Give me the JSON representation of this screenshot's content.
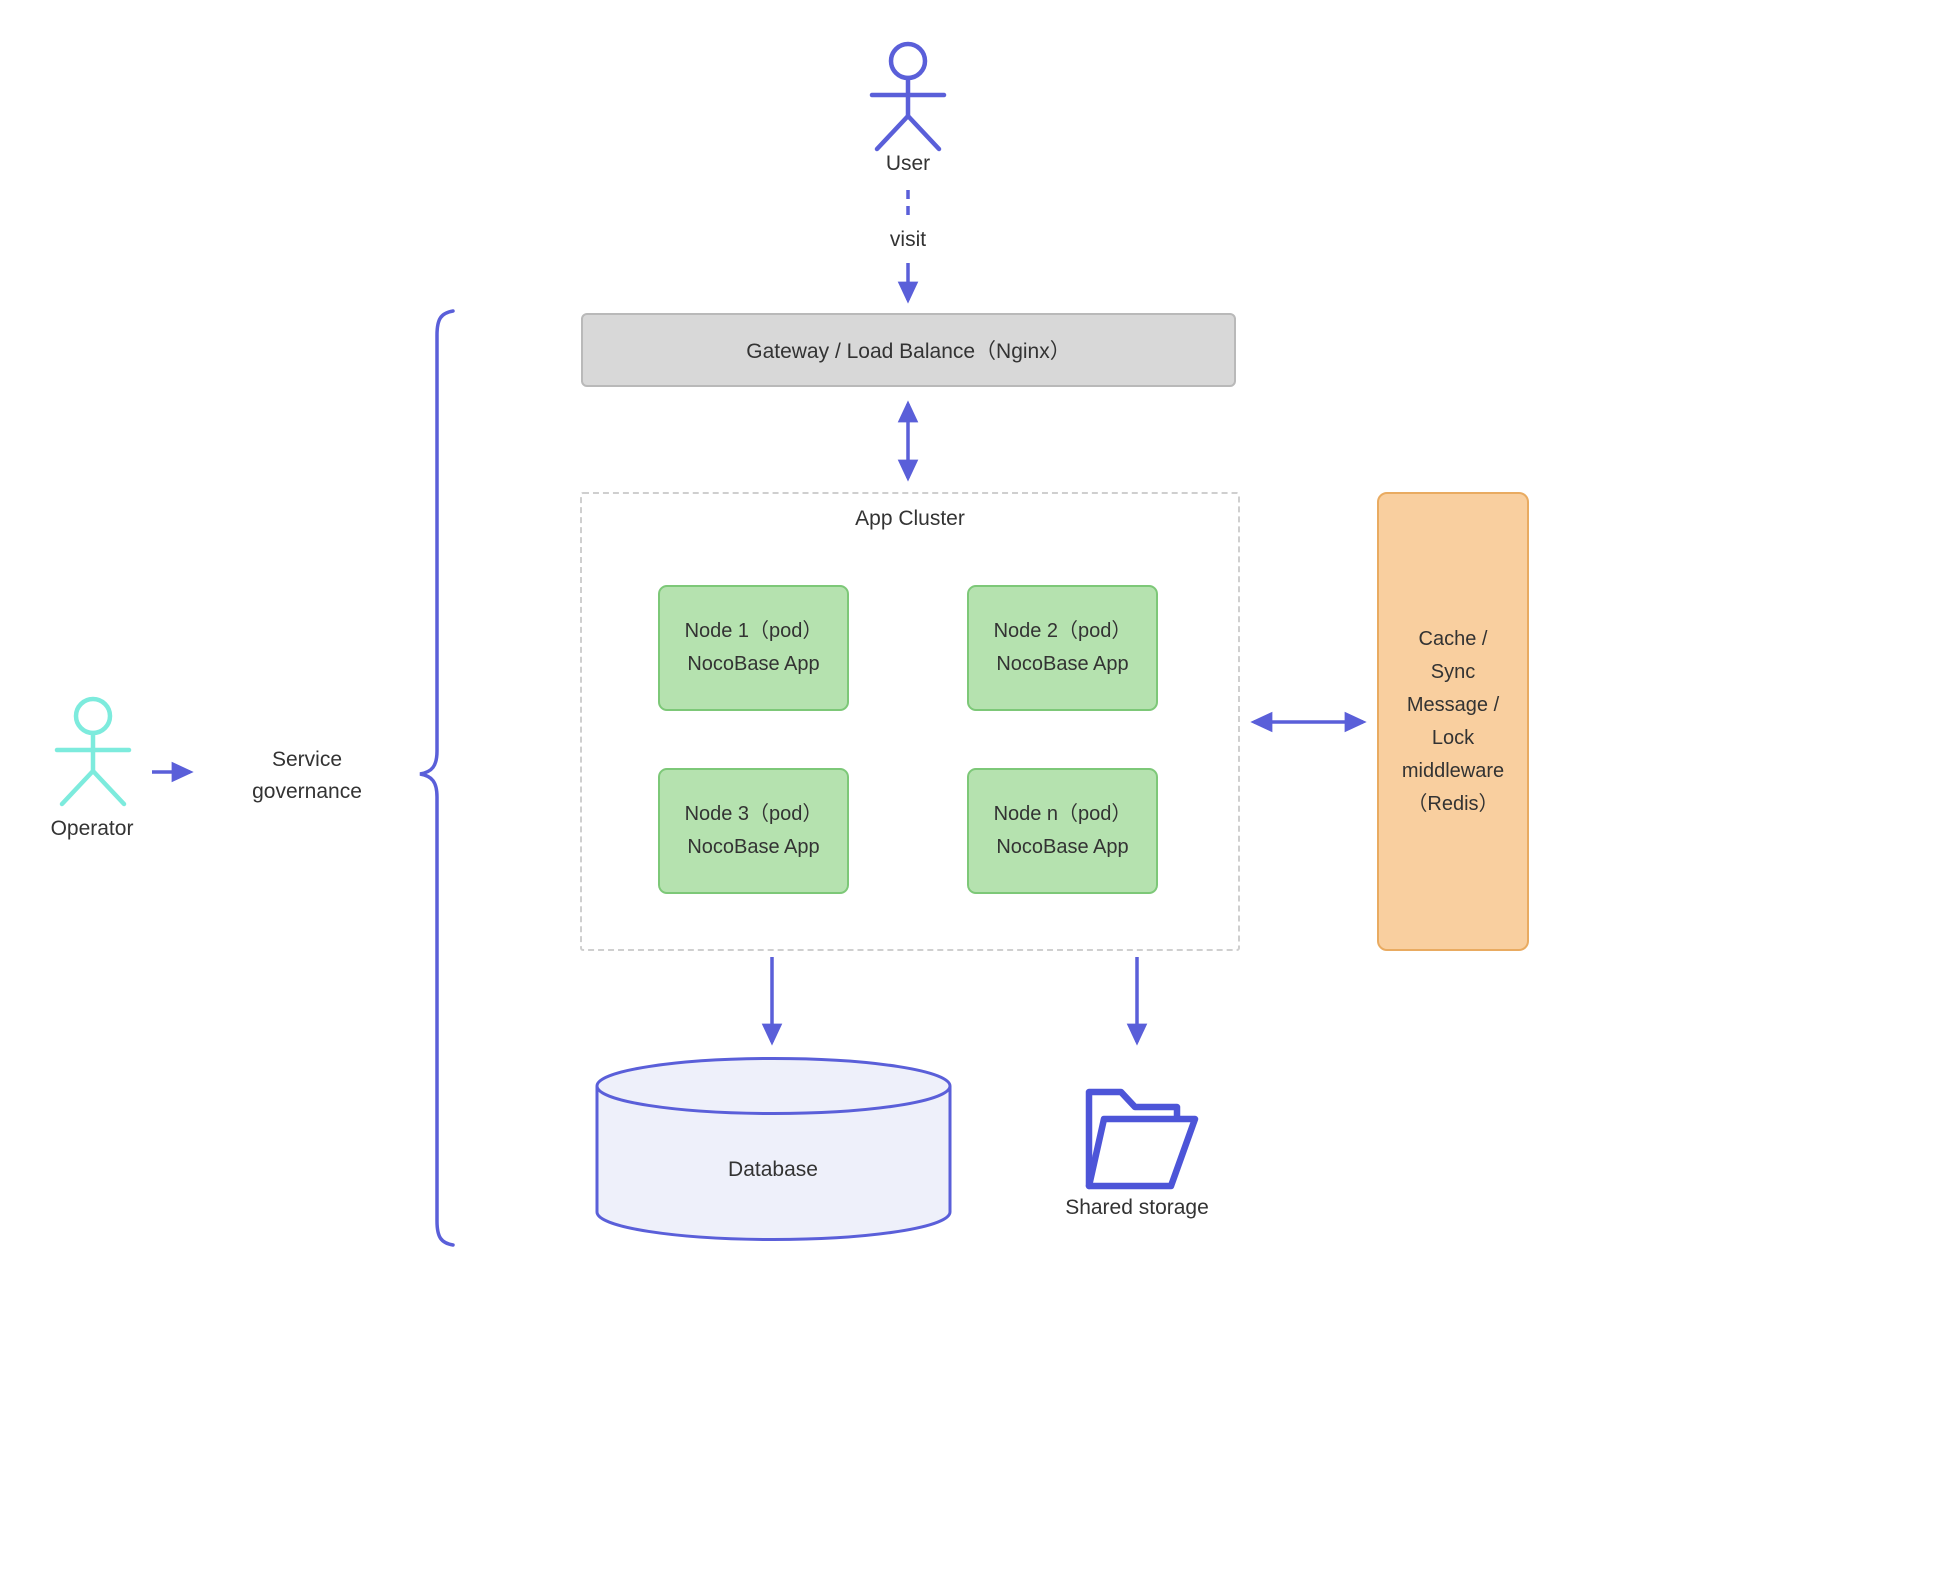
{
  "actors": {
    "user": "User",
    "operator": "Operator"
  },
  "labels": {
    "visit": "visit",
    "gateway": "Gateway / Load Balance（Nginx）",
    "app_cluster": "App Cluster",
    "database": "Database",
    "shared_storage": "Shared storage",
    "service_governance": "Service governance"
  },
  "nodes": [
    {
      "title": "Node 1（pod）",
      "subtitle": "NocoBase App"
    },
    {
      "title": "Node 2（pod）",
      "subtitle": "NocoBase App"
    },
    {
      "title": "Node 3（pod）",
      "subtitle": "NocoBase App"
    },
    {
      "title": "Node n（pod）",
      "subtitle": "NocoBase App"
    }
  ],
  "middleware": {
    "lines": [
      "Cache /",
      "Sync",
      "Message /",
      "Lock",
      "middleware",
      "（Redis）"
    ]
  },
  "colors": {
    "arrow": "#5a5fd9",
    "operator_figure": "#7debdd",
    "gateway_fill": "#d8d8d8",
    "gateway_border": "#b9b9b9",
    "cluster_border": "#cfcfcf",
    "node_fill": "#b5e2af",
    "node_border": "#7dc878",
    "middleware_fill": "#f9cf9f",
    "middleware_border": "#e9ab61",
    "database_fill": "#eef0fa",
    "text": "#333333"
  }
}
